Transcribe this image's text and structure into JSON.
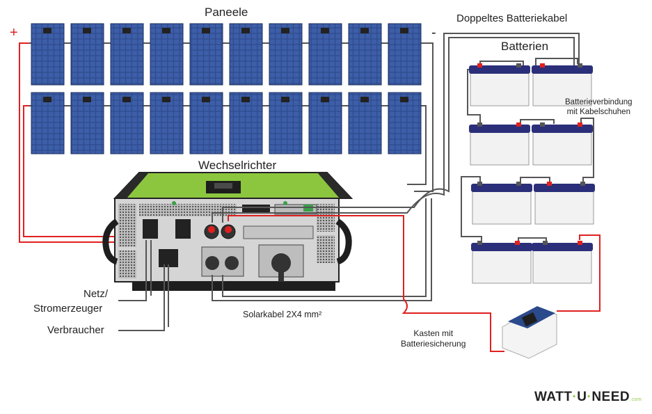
{
  "labels": {
    "panels": "Paneele",
    "inverter": "Wechselrichter",
    "double_cable": "Doppeltes Batteriekabel",
    "batteries": "Batterien",
    "battery_connection_line1": "Batterieverbindung",
    "battery_connection_line2": "mit Kabelschuhen",
    "grid_line1": "Netz/",
    "grid_line2": "Stromerzeuger",
    "consumer": "Verbraucher",
    "solar_cable": "Solarkabel 2X4 mm²",
    "box_line1": "Kasten mit",
    "box_line2": "Batteriesicherung"
  },
  "signs": {
    "plus": "+",
    "minus": "-"
  },
  "logo": {
    "part1": "WATT",
    "sep": "·",
    "part2": "U",
    "part3": "NEED",
    "suffix": ".com"
  },
  "colors": {
    "panel": "#2e4a8c",
    "inverter_green": "#8cc63f",
    "inverter_body": "#2a2a2a",
    "positive_wire": "#e02020",
    "negative_wire": "#444444",
    "battery_cap": "#2b2f7a",
    "battery_body": "#f2f2f2",
    "brand_accent": "#8cc63f"
  }
}
